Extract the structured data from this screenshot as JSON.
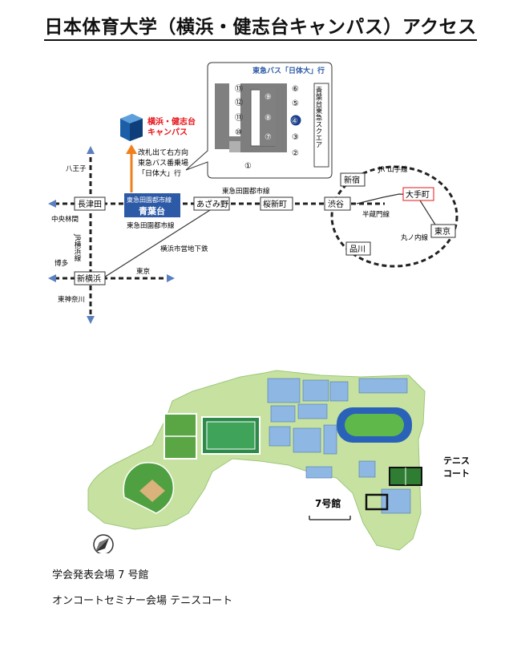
{
  "page": {
    "title": "日本体育大学（横浜・健志台キャンパス）アクセス"
  },
  "access_map": {
    "campus_label_l1": "横浜・健志台",
    "campus_label_l2": "キャンパス",
    "directions_l1": "改札出て右方向",
    "directions_l2": "東急バス番乗場",
    "directions_l3": "「日体大」行",
    "bus_title": "東急バス「日体大」行",
    "bus_terminal_text": "青葉台東急スクエア",
    "bus_stops_left": [
      "⑬",
      "⑫",
      "⑪",
      "⑩"
    ],
    "bus_stops_right": [
      "⑥",
      "⑤",
      "④",
      "③",
      "②"
    ],
    "bus_stops_inner": [
      "⑨",
      "⑧",
      "⑦"
    ],
    "bus_stop_bottom": "①",
    "stations": {
      "nagatsuta": "長津田",
      "aobadai_line": "東急田園都市線",
      "aobadai": "青葉台",
      "azamino": "あざみ野",
      "sakurashinmachi": "桜新町",
      "shibuya": "渋谷",
      "shinjuku": "新宿",
      "otemachi": "大手町",
      "tokyo": "東京",
      "shinagawa": "品川",
      "shinyokohama": "新横浜"
    },
    "lines": {
      "denentoshi_top": "東急田園都市線",
      "denentoshi_bottom": "東急田園都市線",
      "yamanote": "JR 山手線",
      "hanzomon": "半蔵門線",
      "marunouchi": "丸ノ内線",
      "subway": "横浜市営地下鉄",
      "chuorinkan": "中央林間",
      "yokohama_line": "JR横浜線",
      "tokyo_dir": "東京",
      "hachioji": "八王子",
      "hakata": "博多",
      "higashikanagawa": "東神奈川"
    }
  },
  "campus_map": {
    "building7_label": "7号館",
    "tennis_label_l1": "テニス",
    "tennis_label_l2": "コート"
  },
  "captions": {
    "line1": "学会発表会場 7 号館",
    "line2": "オンコートセミナー会場 テニスコート"
  },
  "colors": {
    "accent": "#2d5aa6",
    "campus": "#e8141a",
    "arrow": "#f07f1c",
    "green": "#6cb83a"
  }
}
